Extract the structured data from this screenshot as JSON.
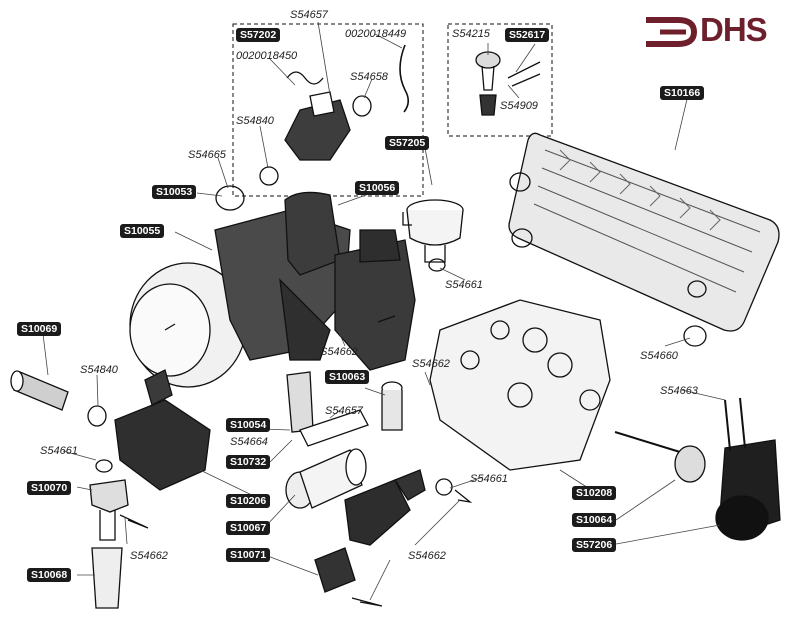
{
  "brand": {
    "logo_text": "DHS",
    "color": "#6e1f2c"
  },
  "labels": {
    "S54657_top": "S54657",
    "S57202": "S57202",
    "n0020018449": "0020018449",
    "n0020018450": "0020018450",
    "S54658": "S54658",
    "S54840_top": "S54840",
    "S54665": "S54665",
    "S10053": "S10053",
    "S57205": "S57205",
    "S10056": "S10056",
    "S10055": "S10055",
    "S54661_mid": "S54661",
    "S54215": "S54215",
    "S52617": "S52617",
    "S54909": "S54909",
    "S10166": "S10166",
    "S10069": "S10069",
    "S54840_left": "S54840",
    "S54662_mid": "S54662",
    "S54662_center": "S54662",
    "S10063": "S10063",
    "S54660": "S54660",
    "S54663": "S54663",
    "S10054": "S10054",
    "S54657_low": "S54657",
    "S54664": "S54664",
    "S10732": "S10732",
    "S54661_left": "S54661",
    "S10070": "S10070",
    "S54661_low": "S54661",
    "S10206": "S10206",
    "S10208": "S10208",
    "S10067": "S10067",
    "S10064": "S10064",
    "S54662_left": "S54662",
    "S54662_low": "S54662",
    "S57206": "S57206",
    "S10071": "S10071",
    "S10068": "S10068"
  }
}
